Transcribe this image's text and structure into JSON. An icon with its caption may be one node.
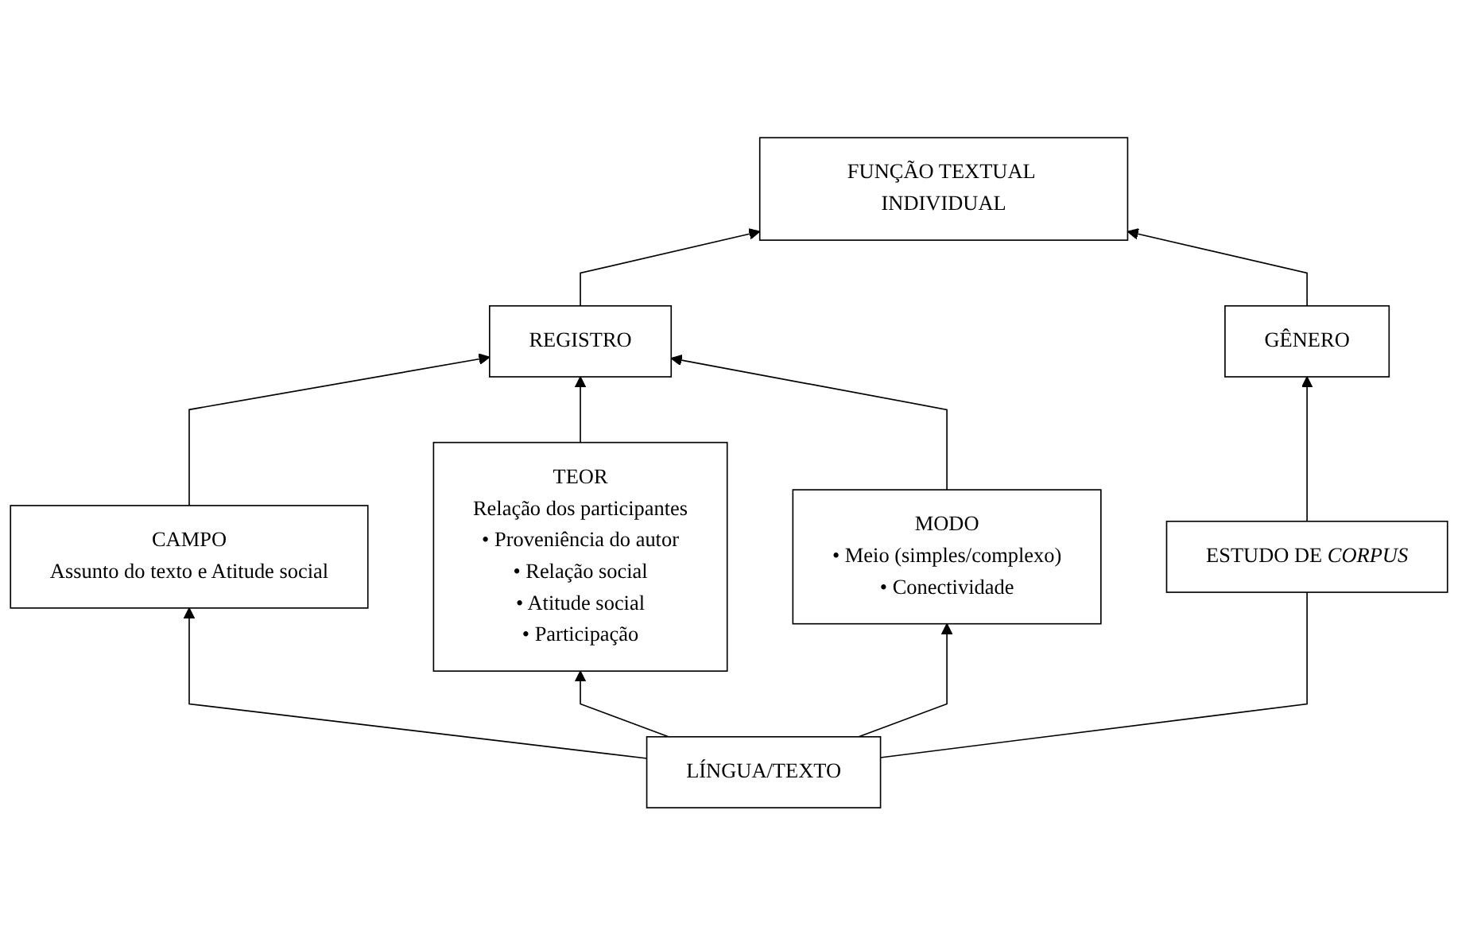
{
  "diagram": {
    "nodes": [
      {
        "text": [
          "FUNÇÃO TEXTUAL INDIVIDUAL"
        ]
      },
      {
        "text": [
          "REGISTRO"
        ]
      },
      {
        "text": [
          "GÊNERO"
        ]
      },
      {
        "text": [
          "CAMPO",
          "Assunto do texto e Atitude social"
        ]
      },
      {
        "text": [
          "TEOR",
          "Relação dos participantes",
          "• Proveniência do autor",
          "• Relação social",
          "• Atitude social",
          "• Participação"
        ]
      },
      {
        "text": [
          "MODO",
          "• Meio (simples/complexo)",
          "• Conectividade"
        ]
      },
      {
        "text": [
          "ESTUDO DE *CORPUS*"
        ]
      },
      {
        "text": [
          "LÍNGUA/TEXTO"
        ]
      }
    ],
    "edges": [
      {
        "from": 1,
        "to": 0,
        "arrow": "to"
      },
      {
        "from": 2,
        "to": 0,
        "arrow": "to"
      },
      {
        "from": 3,
        "to": 1,
        "arrow": "to"
      },
      {
        "from": 4,
        "to": 1,
        "arrow": "to"
      },
      {
        "from": 5,
        "to": 1,
        "arrow": "to"
      },
      {
        "from": 6,
        "to": 2,
        "arrow": "to"
      },
      {
        "from": 7,
        "to": 3,
        "arrow": "to"
      },
      {
        "from": 7,
        "to": 4,
        "arrow": "to"
      },
      {
        "from": 7,
        "to": 5,
        "arrow": "to"
      },
      {
        "from": 7,
        "to": 6,
        "arrow": "none"
      }
    ]
  }
}
